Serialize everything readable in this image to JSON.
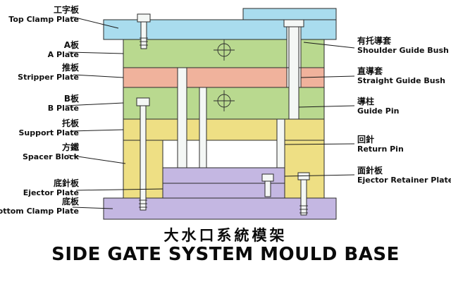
{
  "title": {
    "chinese": "大水口系統模架",
    "english": "SIDE GATE SYSTEM MOULD BASE"
  },
  "labels_left": [
    {
      "zh": "工字板",
      "en": "Top Clamp Plate"
    },
    {
      "zh": "A板",
      "en": "A Plate"
    },
    {
      "zh": "推板",
      "en": "Stripper Plate"
    },
    {
      "zh": "B板",
      "en": "B Plate"
    },
    {
      "zh": "托板",
      "en": "Support Plate"
    },
    {
      "zh": "方鐵",
      "en": "Spacer Block"
    },
    {
      "zh": "底針板",
      "en": "Ejector Plate"
    },
    {
      "zh": "底板",
      "en": "Bottom Clamp Plate"
    }
  ],
  "labels_right": [
    {
      "zh": "有托導套",
      "en": "Shoulder Guide Bush"
    },
    {
      "zh": "直導套",
      "en": "Straight Guide Bush"
    },
    {
      "zh": "導柱",
      "en": "Guide Pin"
    },
    {
      "zh": "回針",
      "en": "Return Pin"
    },
    {
      "zh": "面針板",
      "en": "Ejector Retainer Plate"
    }
  ],
  "colors": {
    "top_clamp_plate": "#a9dcee",
    "a_plate": "#b9d98f",
    "stripper_plate": "#f0b29c",
    "b_plate": "#b9d98f",
    "support_plate": "#eedf84",
    "spacer_block": "#eedf84",
    "ejector_retainer_plate": "#c4b7e2",
    "ejector_plate": "#c4b7e2",
    "bottom_clamp_plate": "#c4b7e2",
    "pin": "#f4f7f5",
    "outline": "#2b2b2b",
    "background": "#ffffff",
    "text": "#101010"
  }
}
